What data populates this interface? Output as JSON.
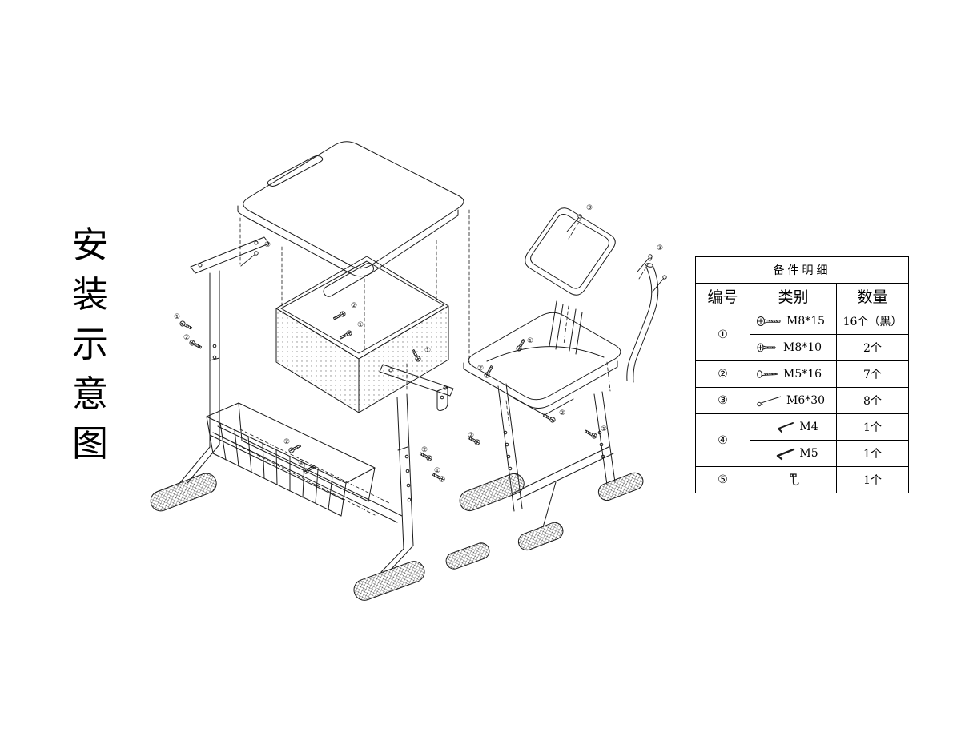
{
  "page": {
    "background": "#ffffff",
    "ink": "#1a1a1a"
  },
  "title": {
    "text": "安装示意图",
    "chars": [
      "安",
      "装",
      "示",
      "意",
      "图"
    ]
  },
  "diagram": {
    "description": "exploded isometric assembly drawing of an adjustable student desk with under-desk basket, book basket, and an adjustable chair",
    "callouts": [
      "①",
      "②",
      "③",
      "④",
      "⑤"
    ]
  },
  "parts_table": {
    "title": "备件明细",
    "headers": [
      "编号",
      "类别",
      "数量"
    ],
    "rows": [
      {
        "no": "①",
        "icon": "screw-m8x15-icon",
        "spec": "M8*15",
        "qty": "16个（黑）"
      },
      {
        "no": "",
        "icon": "screw-m8x10-icon",
        "spec": "M8*10",
        "qty": "2个"
      },
      {
        "no": "②",
        "icon": "screw-m5x16-icon",
        "spec": "M5*16",
        "qty": "7个"
      },
      {
        "no": "③",
        "icon": "screw-m6x30-icon",
        "spec": "M6*30",
        "qty": "8个"
      },
      {
        "no": "④",
        "icon": "allen-key-m4-icon",
        "spec": "M4",
        "qty": "1个"
      },
      {
        "no": "",
        "icon": "allen-key-m5-icon",
        "spec": "M5",
        "qty": "1个"
      },
      {
        "no": "⑤",
        "icon": "hook-icon",
        "spec": "",
        "qty": "1个"
      }
    ]
  }
}
